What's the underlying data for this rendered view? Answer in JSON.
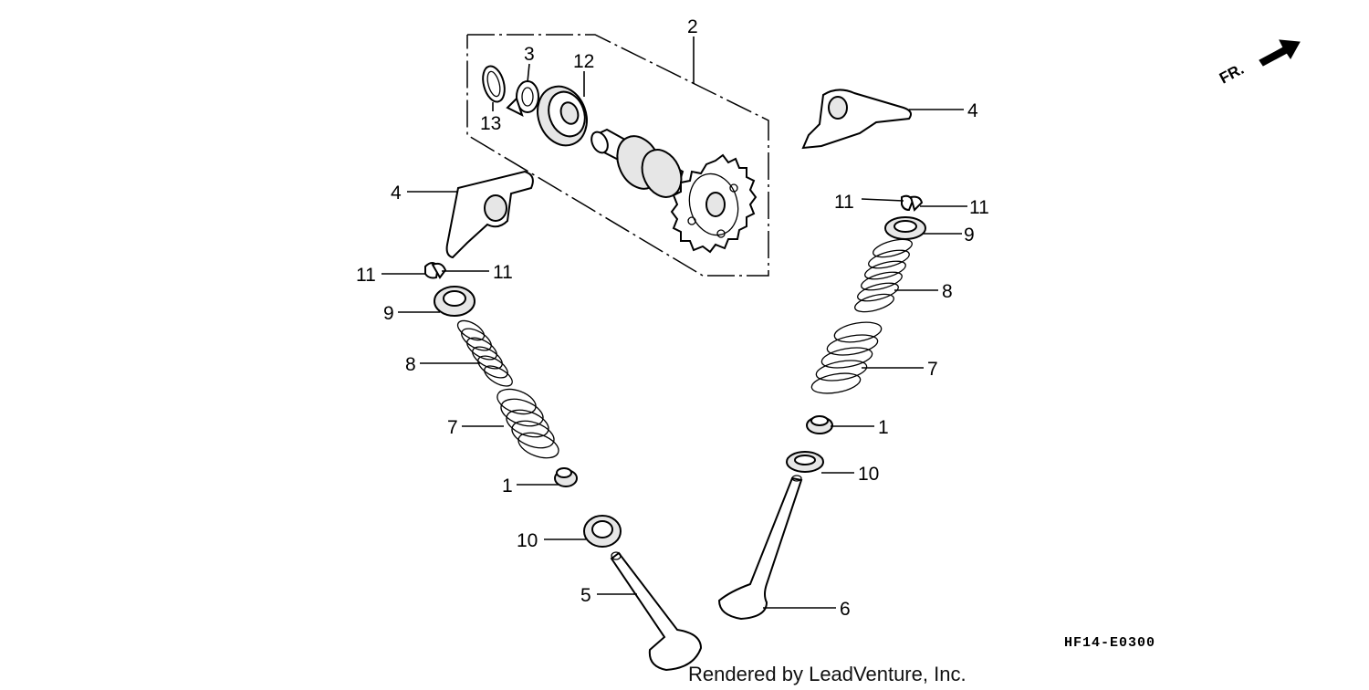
{
  "diagram": {
    "callouts": [
      {
        "id": "c2",
        "text": "2"
      },
      {
        "id": "c3",
        "text": "3"
      },
      {
        "id": "c12",
        "text": "12"
      },
      {
        "id": "c13",
        "text": "13"
      },
      {
        "id": "c4r",
        "text": "4"
      },
      {
        "id": "c4l",
        "text": "4"
      },
      {
        "id": "c11la",
        "text": "11"
      },
      {
        "id": "c11lb",
        "text": "11"
      },
      {
        "id": "c11ra",
        "text": "11"
      },
      {
        "id": "c11rb",
        "text": "11"
      },
      {
        "id": "c9l",
        "text": "9"
      },
      {
        "id": "c9r",
        "text": "9"
      },
      {
        "id": "c8l",
        "text": "8"
      },
      {
        "id": "c8r",
        "text": "8"
      },
      {
        "id": "c7l",
        "text": "7"
      },
      {
        "id": "c7r",
        "text": "7"
      },
      {
        "id": "c1l",
        "text": "1"
      },
      {
        "id": "c1r",
        "text": "1"
      },
      {
        "id": "c10l",
        "text": "10"
      },
      {
        "id": "c10r",
        "text": "10"
      },
      {
        "id": "c5",
        "text": "5"
      },
      {
        "id": "c6",
        "text": "6"
      }
    ],
    "direction_label": "FR.",
    "diagram_code": "HF14-E0300",
    "credit": "Rendered by LeadVenture, Inc."
  }
}
